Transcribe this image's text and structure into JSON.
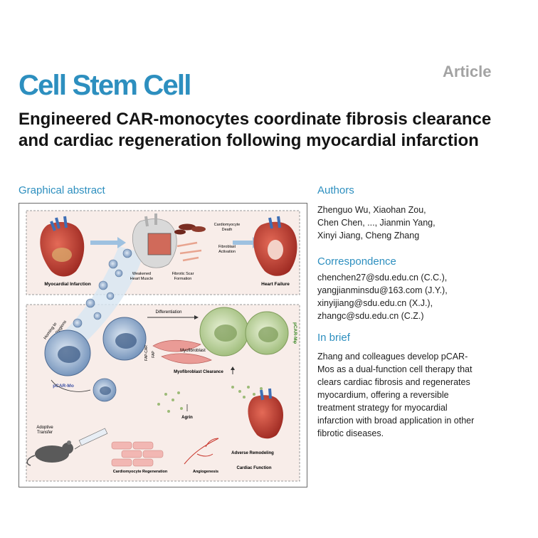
{
  "header": {
    "journal": "Cell Stem Cell",
    "article_type": "Article",
    "title": "Engineered CAR-monocytes coordinate fibrosis clearance and cardiac regeneration following myocardial infarction"
  },
  "sections": {
    "graphical_abstract": "Graphical abstract",
    "authors": "Authors",
    "correspondence": "Correspondence",
    "in_brief": "In brief"
  },
  "authors": [
    "Zhenguo Wu, Xiaohan Zou,",
    "Chen Chen, ..., Jianmin Yang,",
    "Xinyi Jiang, Cheng Zhang"
  ],
  "correspondence": [
    "chenchen27@sdu.edu.cn (C.C.),",
    "yangjianminsdu@163.com (J.Y.),",
    "xinyijiang@sdu.edu.cn (X.J.),",
    "zhangc@sdu.edu.cn (C.Z.)"
  ],
  "in_brief": [
    "Zhang and colleagues develop pCAR-",
    "Mos as a dual-function cell therapy that",
    "clears cardiac fibrosis and regenerates",
    "myocardium, offering a reversible",
    "treatment strategy for myocardial",
    "infarction with broad application in other",
    "fibrotic diseases."
  ],
  "figure": {
    "myocardial_infarction": "Myocardial Infarction",
    "heart_failure": "Heart Failure",
    "weakened_line1": "Weakened",
    "weakened_line2": "Heart Muscle",
    "scar_line1": "Fibrotic Scar",
    "scar_line2": "Formation",
    "death_line1": "Cardiomyocyte",
    "death_line2": "Death",
    "activation_line1": "Fibroblast",
    "activation_line2": "Activation",
    "homing_line1": "Homing to",
    "homing_line2": "Infarcted Regions",
    "differentiation": "Differentiation",
    "pcar_mphi": "pCAR-Mφ",
    "pcar_mo": "pCAR-Mo",
    "fap_car": "FAP-CAR",
    "fap": "FAP",
    "myofibroblast": "Myofibroblast",
    "clearance": "Myofibroblast Clearance",
    "agrin": "Agrin",
    "adoptive_line1": "Adoptive",
    "adoptive_line2": "Transfer",
    "regeneration": "Cardiomyocyte Regeneration",
    "angiogenesis": "Angiogenesis",
    "remodeling": "Adverse Remodeling",
    "function": "Cardiac Function"
  },
  "colors": {
    "accent": "#2d8fbf",
    "article_gray": "#a3a3a3",
    "panel_bg": "#f7ece8",
    "heart_red": "#c8362c",
    "monocyte_blue": "#7f9fc4",
    "macrophage_green": "#a8c487",
    "fibroblast_pink": "#e58d8d"
  }
}
